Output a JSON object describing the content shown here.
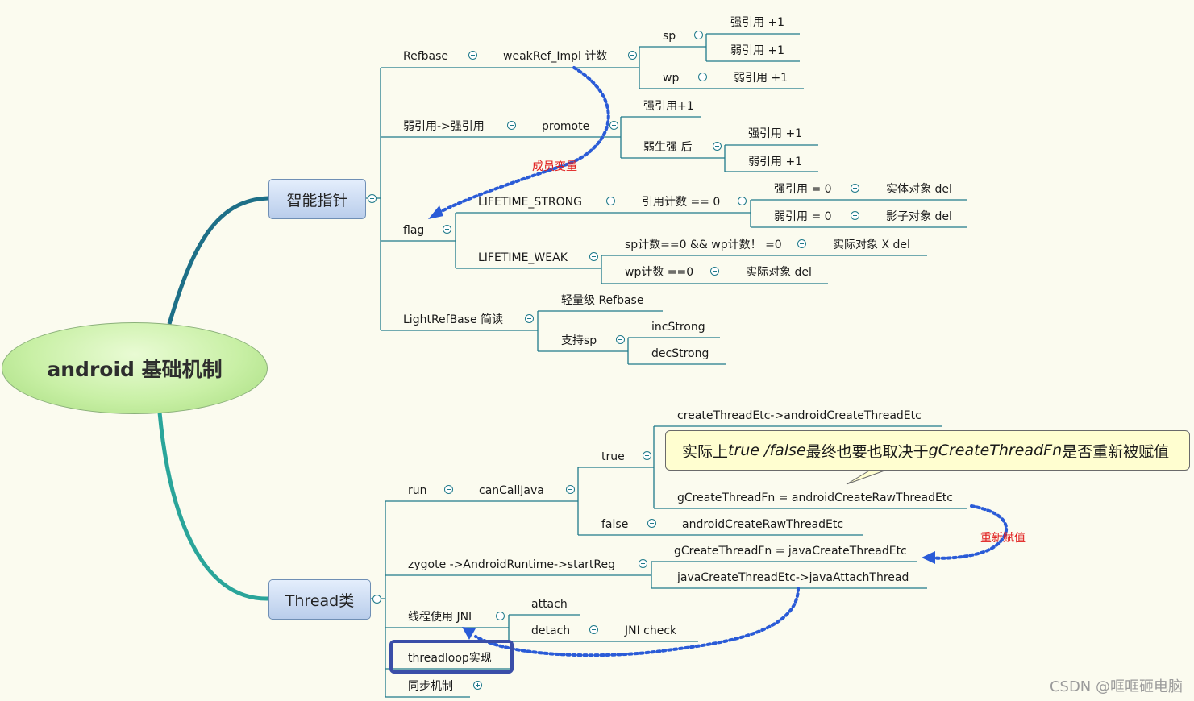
{
  "root": "android 基础机制",
  "main_nodes": {
    "smart_ptr": "智能指针",
    "thread": "Thread类"
  },
  "smart_ptr": {
    "refbase": "Refbase",
    "weakref_impl": "weakRef_Impl 计数",
    "sp": "sp",
    "sp_strong": "强引用 +1",
    "sp_weak": "弱引用 +1",
    "wp": "wp",
    "wp_weak": "弱引用 +1",
    "weak_to_strong": "弱引用->强引用",
    "promote": "promote",
    "promote_strong": "强引用+1",
    "weak_then_strong": "弱生强 后",
    "wts_strong": "强引用 +1",
    "wts_weak": "弱引用 +1",
    "flag": "flag",
    "lifetime_strong": "LIFETIME_STRONG",
    "ref_count_zero": "引用计数 == 0",
    "strong_zero": "强引用 = 0",
    "entity_del": "实体对象 del",
    "weak_zero": "弱引用 = 0",
    "shadow_del": "影子对象 del",
    "lifetime_weak": "LIFETIME_WEAK",
    "sp_wp_cond": "sp计数==0 && wp计数！ =0",
    "actual_x_del": "实际对象 X del",
    "wp_zero": "wp计数 ==0",
    "actual_del": "实际对象 del",
    "light_refbase": "LightRefBase 简读",
    "light_level": "轻量级 Refbase",
    "support_sp": "支持sp",
    "inc_strong": "incStrong",
    "dec_strong": "decStrong",
    "member_var": "成员变量"
  },
  "thread": {
    "run": "run",
    "can_call_java": "canCallJava",
    "true_label": "true",
    "create_thread_etc": "createThreadEtc->androidCreateThreadEtc",
    "g_create_raw": "gCreateThreadFn = androidCreateRawThreadEtc",
    "false_label": "false",
    "android_create_raw": "androidCreateRawThreadEtc",
    "zygote": "zygote ->AndroidRuntime->startReg",
    "g_create_java": "gCreateThreadFn = javaCreateThreadEtc",
    "java_attach": "javaCreateThreadEtc->javaAttachThread",
    "thread_jni": "线程使用 JNI",
    "attach": "attach",
    "detach": "detach",
    "jni_check": "JNI check",
    "threadloop": "threadloop实现",
    "sync": "同步机制",
    "reassign": "重新赋值"
  },
  "callout": {
    "p1": "实际上 ",
    "p2": "true /false",
    "p3": "最终也要也取决于",
    "p4": "gCreateThreadFn",
    "p5": "是否重新被赋值"
  },
  "watermark": "CSDN @哐哐砸电脑",
  "colors": {
    "line": "#1f7a8a",
    "dotted": "#2a5bd7",
    "red": "#e01818"
  }
}
